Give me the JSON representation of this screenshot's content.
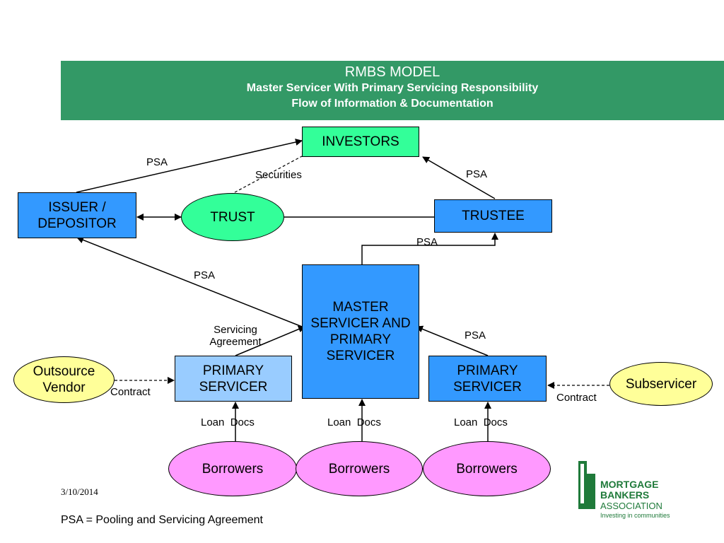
{
  "header": {
    "title": "RMBS MODEL",
    "subtitle1": "Master Servicer With Primary Servicing Responsibility",
    "subtitle2": "Flow of Information & Documentation"
  },
  "nodes": {
    "investors": "INVESTORS",
    "issuer": "ISSUER / DEPOSITOR",
    "trust": "TRUST",
    "trustee": "TRUSTEE",
    "master": "MASTER SERVICER AND PRIMARY SERVICER",
    "primary_left": "PRIMARY SERVICER",
    "primary_right": "PRIMARY SERVICER",
    "outsource": "Outsource Vendor",
    "subservicer": "Subservicer",
    "borrowers_1": "Borrowers",
    "borrowers_2": "Borrowers",
    "borrowers_3": "Borrowers"
  },
  "labels": {
    "psa_issuer_investors": "PSA",
    "securities": "Securities",
    "psa_trustee_investors": "PSA",
    "psa_master_trustee": "PSA",
    "psa_master_issuer": "PSA",
    "servicing_agreement": "Servicing Agreement",
    "psa_right_master": "PSA",
    "contract_left": "Contract",
    "contract_right": "Contract",
    "loan_docs_1": "Loan  Docs",
    "loan_docs_2": "Loan  Docs",
    "loan_docs_3": "Loan  Docs"
  },
  "footer": {
    "date": "3/10/2014",
    "footnote": "PSA = Pooling and Servicing Agreement"
  },
  "logo": {
    "line1": "MORTGAGE",
    "line2": "BANKERS",
    "line3": "ASSOCIATION",
    "tagline": "Investing in communities"
  },
  "colors": {
    "banner": "#339966",
    "box_blue": "#3399ff",
    "box_light_blue": "#99ccff",
    "investors": "#33ff99",
    "trust": "#33ff99",
    "borrowers": "#ff99ff",
    "vendor": "#ffff99",
    "logo_green": "#1f7a3a"
  }
}
